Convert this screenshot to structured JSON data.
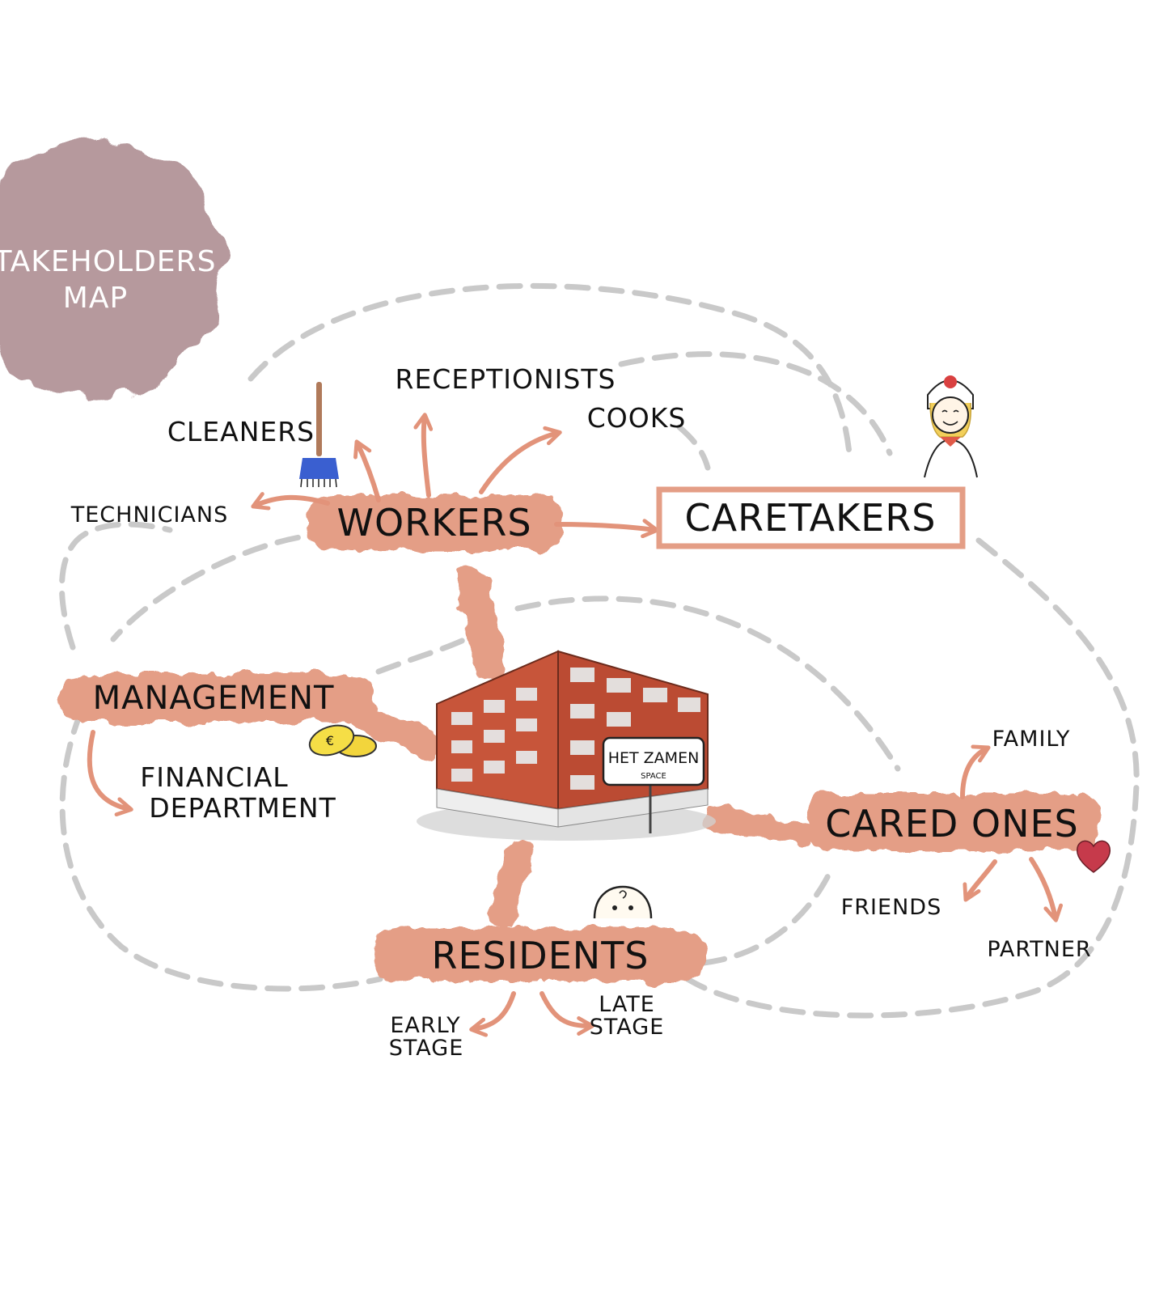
{
  "title": {
    "line1": "STAKEHOLDERS",
    "line2": "MAP"
  },
  "center": {
    "sign_line1": "HET ZAMEN",
    "sign_line2": "SPACE"
  },
  "nodes": {
    "workers": "WORKERS",
    "caretakers": "CARETAKERS",
    "management": "MANAGEMENT",
    "residents": "RESIDENTS",
    "cared_ones": "CARED ONES"
  },
  "leaves": {
    "receptionists": "RECEPTIONISTS",
    "cleaners": "CLEANERS",
    "cooks": "COOKS",
    "technicians": "TECHNICIANS",
    "financial_line1": "FINANCIAL",
    "financial_line2": "DEPARTMENT",
    "family": "FAMILY",
    "friends": "FRIENDS",
    "partner": "PARTNER",
    "early_line1": "EARLY",
    "early_line2": "STAGE",
    "late_line1": "LATE",
    "late_line2": "STAGE"
  },
  "colors": {
    "highlight": "#e49e86",
    "title_blob": "#ad8c90",
    "dashed_line": "#c9c9c9",
    "brick": "#c7553a",
    "heart": "#c63a4b",
    "coin": "#f2d53c"
  },
  "icons": [
    "broom-icon",
    "nurse-icon",
    "coins-icon",
    "heart-icon",
    "resident-face-icon",
    "building-icon"
  ]
}
